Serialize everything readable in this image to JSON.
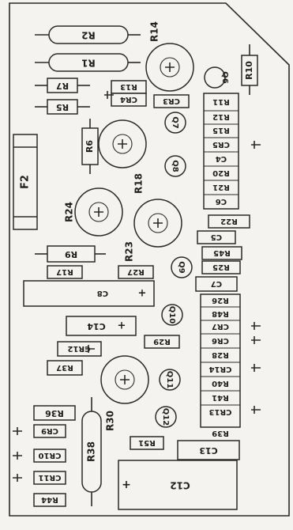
{
  "board": {
    "components": {
      "R2": "R2",
      "R1": "R1",
      "R14": "R14",
      "R10": "R10",
      "Q6": "Q6",
      "R7": "R7",
      "R13": "R13",
      "CR4": "CR4",
      "CR3": "CR3",
      "R5": "R5",
      "R11": "R11",
      "R12": "R12",
      "R15": "R15",
      "CR5": "CR5",
      "C4": "C4",
      "R20": "R20",
      "R21": "R21",
      "C6": "C6",
      "Q7": "Q7",
      "Q8": "Q8",
      "R6": "R6",
      "F2": "F2",
      "R18": "R18",
      "R24": "R24",
      "R23": "R23",
      "R22": "R22",
      "C5": "C5",
      "R45": "R45",
      "R25": "R25",
      "R9": "R9",
      "R17": "R17",
      "R27": "R27",
      "Q9": "Q9",
      "C7": "C7",
      "C8": "C8",
      "R26": "R26",
      "R48": "R48",
      "CR7": "CR7",
      "CR6": "CR6",
      "R28": "R28",
      "CR14": "CR14",
      "R40": "R40",
      "R41": "R41",
      "CR13": "CR13",
      "R39": "R39",
      "Q10": "Q10",
      "Q11": "Q11",
      "Q12": "Q12",
      "C14": "C14",
      "CR12": "CR12",
      "R29": "R29",
      "R37": "R37",
      "R30": "R30",
      "R36": "R36",
      "CR9": "CR9",
      "R38": "R38",
      "CR10": "CR10",
      "R51": "R51",
      "C13": "C13",
      "C12": "C12",
      "CR11": "CR11",
      "R44": "R44"
    },
    "polarity": {
      "plus": "+"
    }
  }
}
